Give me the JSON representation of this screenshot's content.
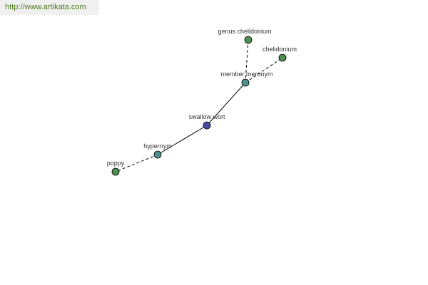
{
  "watermark": {
    "text": "http://www.artikata.com"
  },
  "colors": {
    "center": "#4a4aa0",
    "relation": "#4f8f8f",
    "word": "#4f8f4f",
    "watermark_text": "#4a7a1e",
    "watermark_bg": "#f0f0f0"
  },
  "graph": {
    "nodes": [
      {
        "id": "swallow-wort",
        "label": "swallow wort",
        "kind": "center"
      },
      {
        "id": "member-meronym",
        "label": "member meronym",
        "kind": "relation"
      },
      {
        "id": "hypernym",
        "label": "hypernym",
        "kind": "relation"
      },
      {
        "id": "genus-chelidonium",
        "label": "genus chelidonium",
        "kind": "word"
      },
      {
        "id": "chelidonium",
        "label": "chelidonium",
        "kind": "word"
      },
      {
        "id": "poppy",
        "label": "poppy",
        "kind": "word"
      }
    ],
    "edges": [
      {
        "from": "swallow-wort",
        "to": "member-meronym",
        "style": "solid"
      },
      {
        "from": "swallow-wort",
        "to": "hypernym",
        "style": "solid"
      },
      {
        "from": "member-meronym",
        "to": "genus-chelidonium",
        "style": "dashed"
      },
      {
        "from": "member-meronym",
        "to": "chelidonium",
        "style": "dashed"
      },
      {
        "from": "hypernym",
        "to": "poppy",
        "style": "dashed"
      }
    ]
  }
}
